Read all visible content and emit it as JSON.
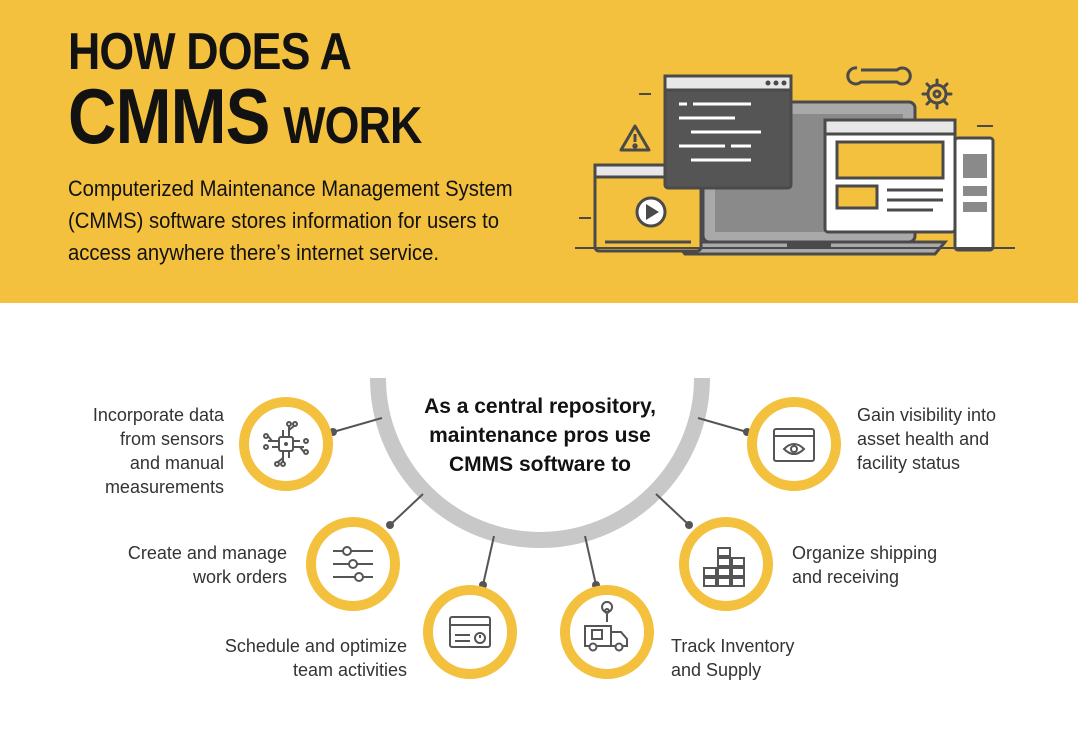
{
  "header": {
    "title_line1": "HOW DOES A",
    "title_big": "CMMS",
    "title_small": "WORK",
    "description": "Computerized Maintenance Management System (CMMS) software stores information for users to access anywhere there’s internet service."
  },
  "center": {
    "line1": "As a central repository,",
    "line2": "maintenance pros use",
    "line3": "CMMS software to"
  },
  "items": [
    {
      "lines": [
        "Incorporate data",
        "from sensors",
        "and manual",
        "measurements"
      ],
      "icon": "circuit-chip-icon"
    },
    {
      "lines": [
        "Create and manage",
        "work orders"
      ],
      "icon": "sliders-icon"
    },
    {
      "lines": [
        "Schedule and optimize",
        "team activities"
      ],
      "icon": "schedule-window-icon"
    },
    {
      "lines": [
        "Track Inventory",
        "and Supply"
      ],
      "icon": "delivery-truck-icon"
    },
    {
      "lines": [
        "Organize shipping",
        "and receiving"
      ],
      "icon": "stacked-boxes-icon"
    },
    {
      "lines": [
        "Gain visibility into",
        "asset health and",
        "facility status"
      ],
      "icon": "eye-window-icon"
    }
  ],
  "colors": {
    "banner": "#f4c13f",
    "ring_accent": "#f4c13f",
    "arc": "#c8c8c8",
    "text_dark": "#121212",
    "icon_gray": "#555555"
  }
}
